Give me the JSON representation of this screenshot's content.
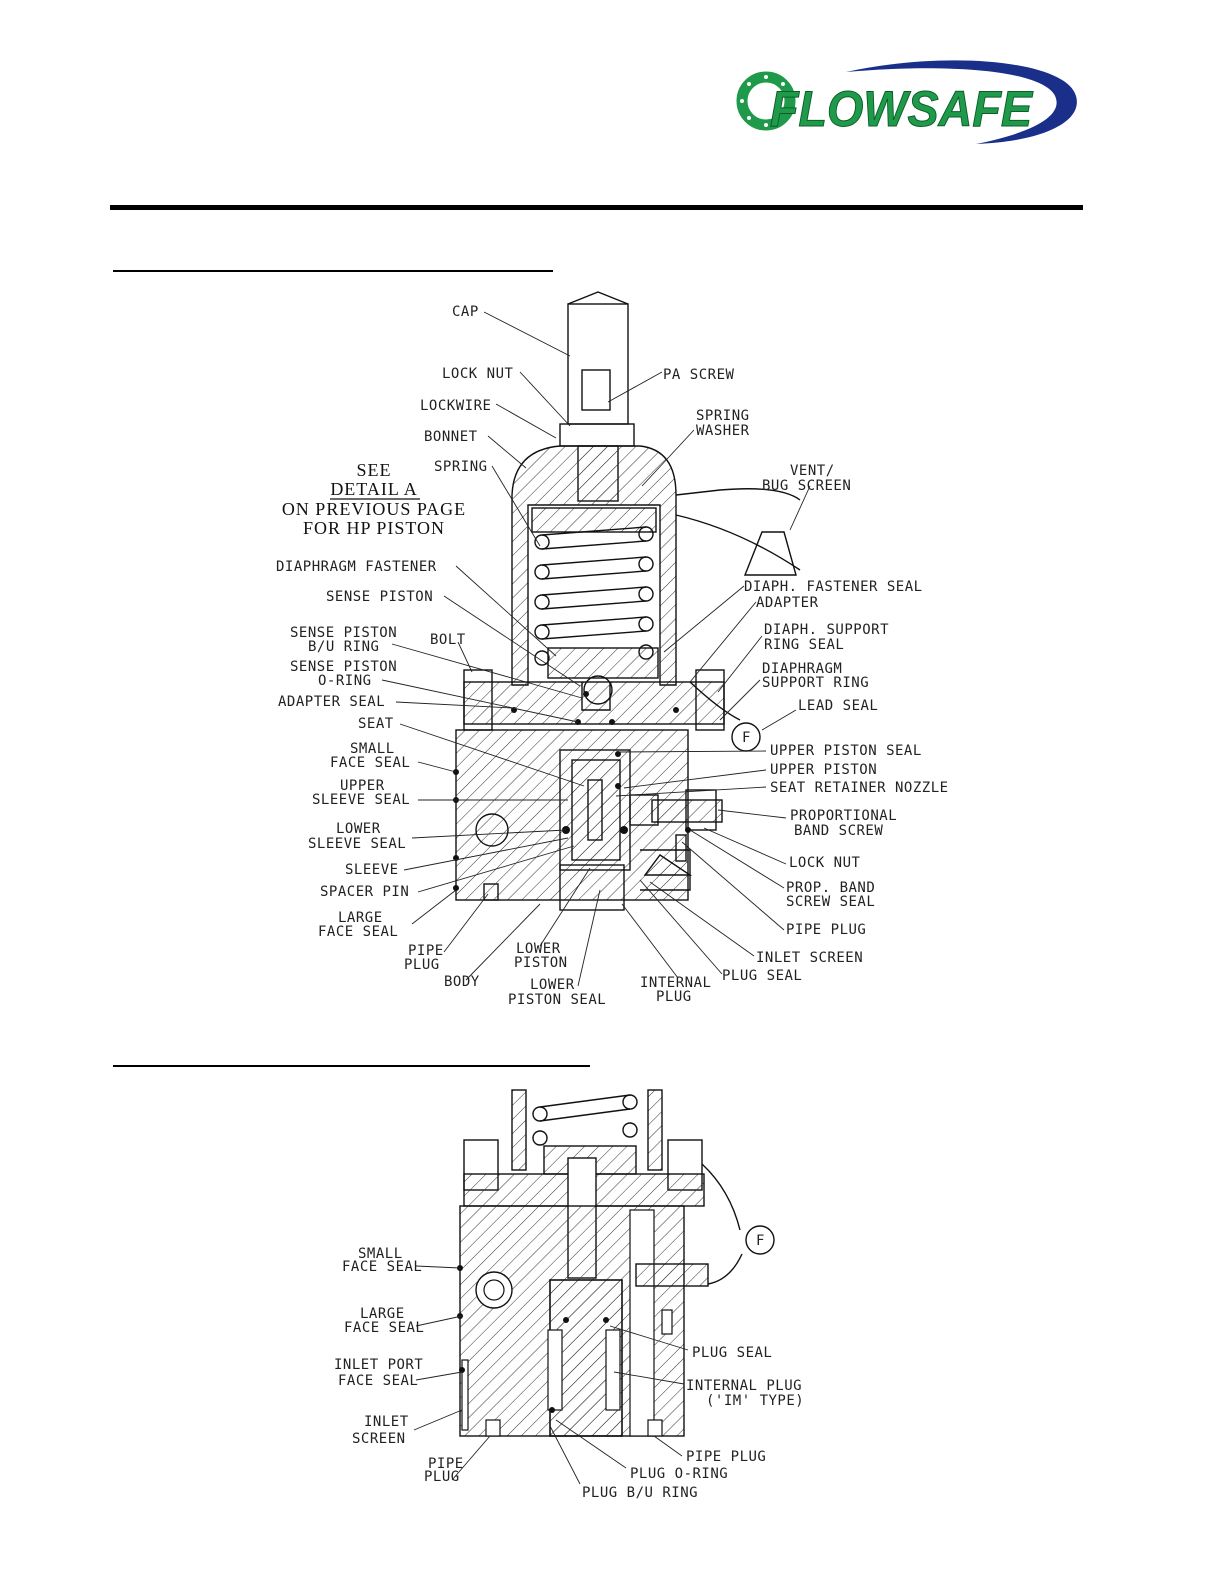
{
  "brand": {
    "name": "FLOWSAFE",
    "colors": {
      "green": "#1f9a4a",
      "blue": "#1d4fa3",
      "navy": "#1a2f8a"
    }
  },
  "figure1": {
    "note": [
      "SEE",
      "DETAIL A",
      "ON PREVIOUS PAGE",
      "FOR HP PISTON"
    ],
    "labels": [
      {
        "id": "cap",
        "lines": [
          "CAP"
        ]
      },
      {
        "id": "lock-nut-top",
        "lines": [
          "LOCK NUT"
        ]
      },
      {
        "id": "pa-screw",
        "lines": [
          "PA SCREW"
        ]
      },
      {
        "id": "lockwire",
        "lines": [
          "LOCKWIRE"
        ]
      },
      {
        "id": "bonnet",
        "lines": [
          "BONNET"
        ]
      },
      {
        "id": "spring-washer",
        "lines": [
          "SPRING",
          "WASHER"
        ]
      },
      {
        "id": "spring",
        "lines": [
          "SPRING"
        ]
      },
      {
        "id": "vent",
        "lines": [
          "VENT/",
          "BUG SCREEN"
        ]
      },
      {
        "id": "diaphragm-fastener",
        "lines": [
          "DIAPHRAGM FASTENER"
        ]
      },
      {
        "id": "diaph-fastener-seal",
        "lines": [
          "DIAPH. FASTENER SEAL"
        ]
      },
      {
        "id": "adapter",
        "lines": [
          "ADAPTER"
        ]
      },
      {
        "id": "sense-piston",
        "lines": [
          "SENSE PISTON"
        ]
      },
      {
        "id": "sense-piston-bu",
        "lines": [
          "SENSE PISTON",
          "B/U RING"
        ]
      },
      {
        "id": "bolt",
        "lines": [
          "BOLT"
        ]
      },
      {
        "id": "diaph-support-seal",
        "lines": [
          "DIAPH. SUPPORT",
          "RING SEAL"
        ]
      },
      {
        "id": "sense-piston-oring",
        "lines": [
          "SENSE PISTON",
          "O-RING"
        ]
      },
      {
        "id": "diaphragm-support",
        "lines": [
          "DIAPHRAGM",
          "SUPPORT RING"
        ]
      },
      {
        "id": "adapter-seal",
        "lines": [
          "ADAPTER SEAL"
        ]
      },
      {
        "id": "lead-seal",
        "lines": [
          "LEAD SEAL"
        ]
      },
      {
        "id": "seat",
        "lines": [
          "SEAT"
        ]
      },
      {
        "id": "upper-piston-seal",
        "lines": [
          "UPPER PISTON SEAL"
        ]
      },
      {
        "id": "small-face-seal",
        "lines": [
          "SMALL",
          "FACE SEAL"
        ]
      },
      {
        "id": "upper-piston",
        "lines": [
          "UPPER PISTON"
        ]
      },
      {
        "id": "seat-retainer",
        "lines": [
          "SEAT RETAINER NOZZLE"
        ]
      },
      {
        "id": "upper-sleeve-seal",
        "lines": [
          "UPPER",
          "SLEEVE SEAL"
        ]
      },
      {
        "id": "prop-band-screw",
        "lines": [
          "PROPORTIONAL",
          "BAND SCREW"
        ]
      },
      {
        "id": "lower-sleeve-seal",
        "lines": [
          "LOWER",
          "SLEEVE SEAL"
        ]
      },
      {
        "id": "lock-nut-side",
        "lines": [
          "LOCK NUT"
        ]
      },
      {
        "id": "sleeve",
        "lines": [
          "SLEEVE"
        ]
      },
      {
        "id": "prop-band-seal",
        "lines": [
          "PROP. BAND",
          "SCREW SEAL"
        ]
      },
      {
        "id": "spacer-pin",
        "lines": [
          "SPACER PIN"
        ]
      },
      {
        "id": "large-face-seal",
        "lines": [
          "LARGE",
          "FACE SEAL"
        ]
      },
      {
        "id": "pipe-plug-right",
        "lines": [
          "PIPE PLUG"
        ]
      },
      {
        "id": "pipe-plug-left",
        "lines": [
          "PIPE",
          "PLUG"
        ]
      },
      {
        "id": "lower-piston",
        "lines": [
          "LOWER",
          "PISTON"
        ]
      },
      {
        "id": "inlet-screen",
        "lines": [
          "INLET SCREEN"
        ]
      },
      {
        "id": "body",
        "lines": [
          "BODY"
        ]
      },
      {
        "id": "internal-plug",
        "lines": [
          "INTERNAL",
          "PLUG"
        ]
      },
      {
        "id": "plug-seal",
        "lines": [
          "PLUG SEAL"
        ]
      },
      {
        "id": "lower-piston-seal",
        "lines": [
          "LOWER",
          "PISTON SEAL"
        ]
      },
      {
        "id": "lead-seal-tag",
        "lines": [
          "F"
        ]
      }
    ]
  },
  "figure2": {
    "labels": [
      {
        "id": "small-face-seal",
        "lines": [
          "SMALL",
          "FACE SEAL"
        ]
      },
      {
        "id": "large-face-seal",
        "lines": [
          "LARGE",
          "FACE SEAL"
        ]
      },
      {
        "id": "inlet-port-face-seal",
        "lines": [
          "INLET PORT",
          "FACE SEAL"
        ]
      },
      {
        "id": "inlet-screen",
        "lines": [
          "INLET",
          "SCREEN"
        ]
      },
      {
        "id": "pipe-plug-left",
        "lines": [
          "PIPE",
          "PLUG"
        ]
      },
      {
        "id": "plug-seal",
        "lines": [
          "PLUG SEAL"
        ]
      },
      {
        "id": "internal-plug-im",
        "lines": [
          "INTERNAL PLUG",
          "('IM' TYPE)"
        ]
      },
      {
        "id": "pipe-plug-right",
        "lines": [
          "PIPE PLUG"
        ]
      },
      {
        "id": "plug-oring",
        "lines": [
          "PLUG O-RING"
        ]
      },
      {
        "id": "plug-bu-ring",
        "lines": [
          "PLUG B/U RING"
        ]
      },
      {
        "id": "lead-seal-tag",
        "lines": [
          "F"
        ]
      }
    ]
  }
}
